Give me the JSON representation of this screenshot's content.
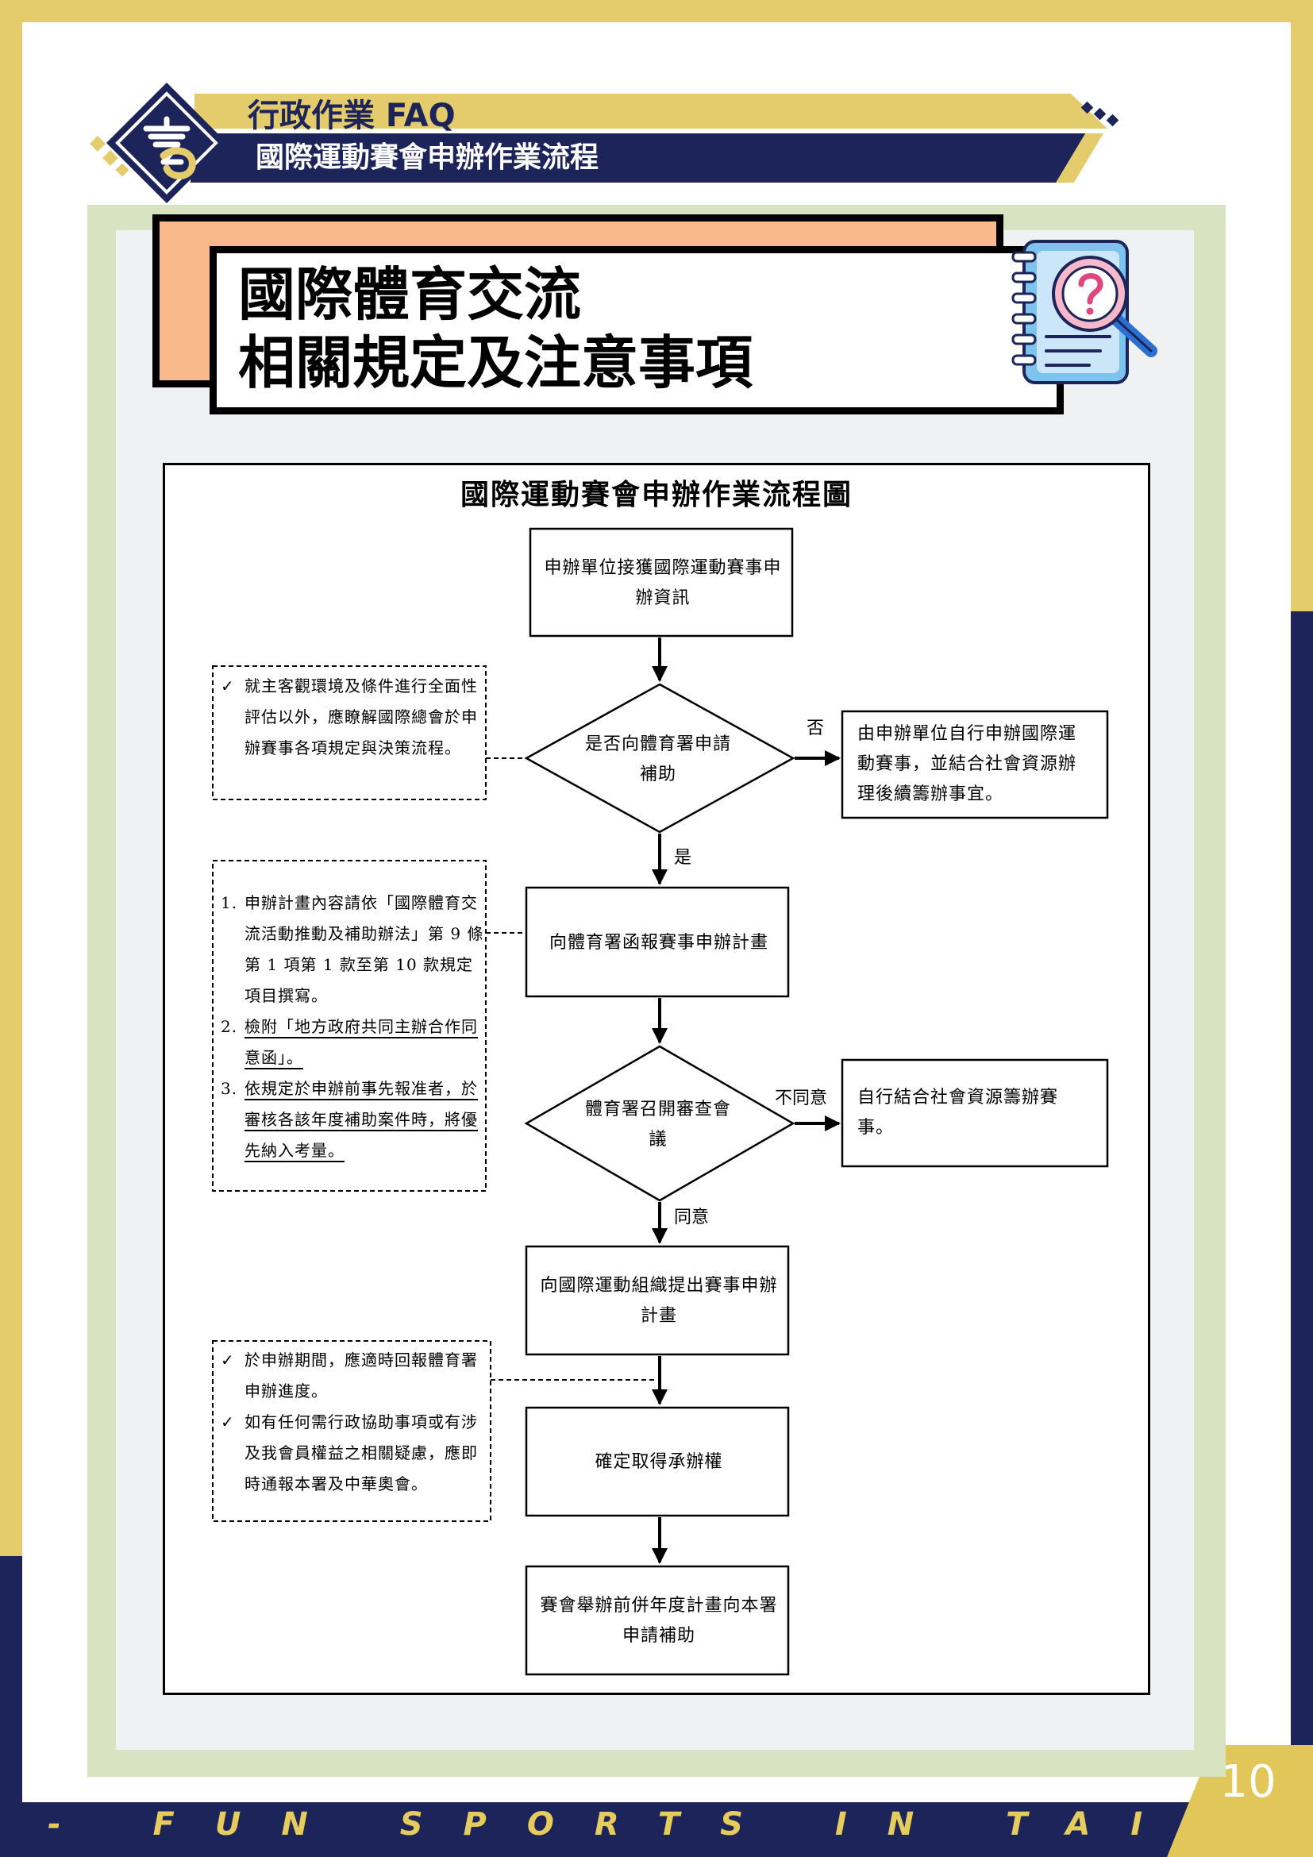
{
  "header": {
    "title": "行政作業 FAQ",
    "subtitle": "國際運動賽會申辦作業流程"
  },
  "banner": {
    "line1": "國際體育交流",
    "line2": "相關規定及注意事項",
    "icon": "faq-notebook-magnifier-icon"
  },
  "flowchart": {
    "title": "國際運動賽會申辦作業流程圖",
    "steps": {
      "start": "申辦單位接獲國際運動賽事申辦資訊",
      "decision1": "是否向體育署申請補助",
      "no_branch": "由申辦單位自行申辦國際運動賽事，並結合社會資源辦理後續籌辦事宜。",
      "submit_plan": "向體育署函報賽事申辦計畫",
      "decision2": "體育署召開審查會議",
      "disagree_branch": "自行結合社會資源籌辦賽事。",
      "propose_intl": "向國際運動組織提出賽事申辦計畫",
      "confirm": "確定取得承辦權",
      "final": "賽會舉辦前併年度計畫向本署申請補助"
    },
    "labels": {
      "no": "否",
      "yes": "是",
      "disagree": "不同意",
      "agree": "同意"
    },
    "notes": {
      "note1": {
        "mark": "✓",
        "text": "就主客觀環境及條件進行全面性評估以外，應瞭解國際總會於申辦賽事各項規定與決策流程。"
      },
      "note2": [
        {
          "num": "1.",
          "text": "申辦計畫內容請依「國際體育交流活動推動及補助辦法」第 9 條第 1 項第 1 款至第 10 款規定項目撰寫。"
        },
        {
          "num": "2.",
          "text": "檢附「地方政府共同主辦合作同意函」。"
        },
        {
          "num": "3.",
          "text": "依規定於申辦前事先報准者，於審核各該年度補助案件時，將優先納入考量。"
        }
      ],
      "note3": [
        {
          "mark": "✓",
          "text": "於申辦期間，應適時回報體育署申辦進度。"
        },
        {
          "mark": "✓",
          "text": "如有任何需行政協助事項或有涉及我會員權益之相關疑慮，應即時通報本署及中華奧會。"
        }
      ]
    }
  },
  "footer": {
    "slogan": "- FUN SPORTS IN TAIWAN -",
    "page_number": "10"
  },
  "colors": {
    "gold": "#e4cb6b",
    "navy": "#1c2459",
    "panel_green": "#d8e3c2",
    "banner_peach": "#fab98a"
  }
}
